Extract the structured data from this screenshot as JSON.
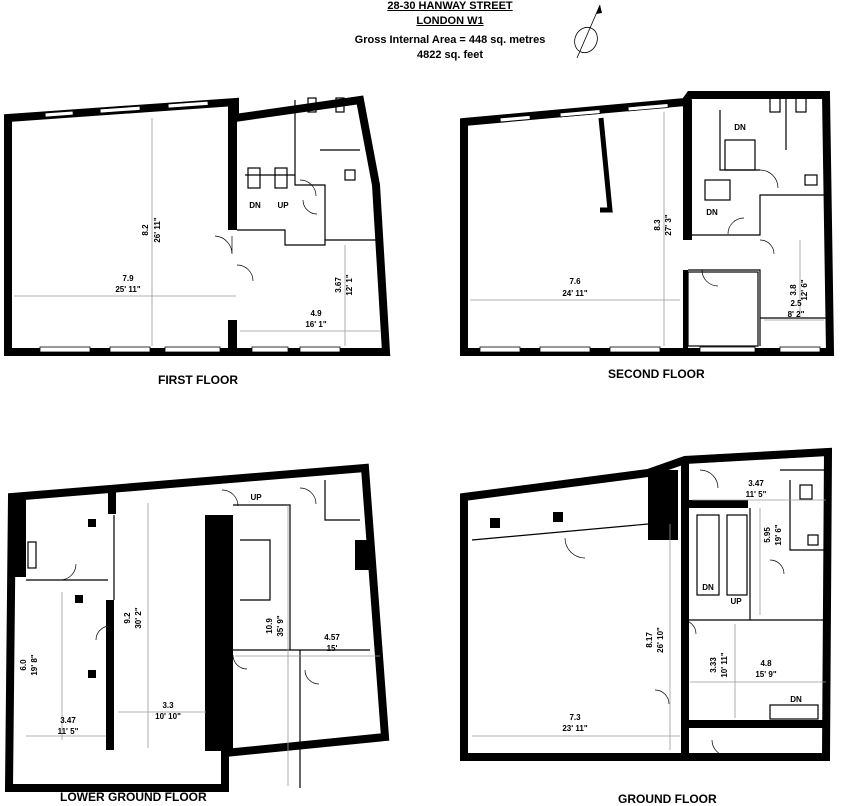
{
  "header": {
    "address_line1": "28-30 HANWAY STREET",
    "address_line2": "LONDON W1",
    "area_line": "Gross Internal Area = 448 sq. metres",
    "area_feet": "4822 sq. feet"
  },
  "floors": {
    "first": {
      "label": "FIRST FLOOR",
      "dims": {
        "d1_m": "8.2",
        "d1_ft": "26' 11\"",
        "d2_m": "7.9",
        "d2_ft": "25' 11\"",
        "d3_m": "3.67",
        "d3_ft": "12' 1\"",
        "d4_m": "4.9",
        "d4_ft": "16' 1\""
      },
      "stairs": {
        "down": "DN",
        "up": "UP"
      }
    },
    "second": {
      "label": "SECOND FLOOR",
      "dims": {
        "d1_m": "8.3",
        "d1_ft": "27' 3\"",
        "d2_m": "7.6",
        "d2_ft": "24' 11\"",
        "d3_m": "3.8",
        "d3_ft": "12' 6\"",
        "d4_m": "2.5",
        "d4_ft": "8' 2\""
      },
      "stairs": {
        "down_upper": "DN",
        "down_lower": "DN"
      }
    },
    "lower_ground": {
      "label": "LOWER GROUND FLOOR",
      "dims": {
        "d1_m": "6.0",
        "d1_ft": "19' 8\"",
        "d2_m": "3.47",
        "d2_ft": "11' 5\"",
        "d3_m": "9.2",
        "d3_ft": "30' 2\"",
        "d4_m": "3.3",
        "d4_ft": "10' 10\"",
        "d5_m": "10.9",
        "d5_ft": "35' 9\"",
        "d6_m": "4.57",
        "d6_ft": "15'"
      },
      "stairs": {
        "up": "UP"
      }
    },
    "ground": {
      "label": "GROUND FLOOR",
      "dims": {
        "d1_m": "3.47",
        "d1_ft": "11' 5\"",
        "d2_m": "5.95",
        "d2_ft": "19' 6\"",
        "d3_m": "8.17",
        "d3_ft": "26' 10\"",
        "d4_m": "3.33",
        "d4_ft": "10' 11\"",
        "d5_m": "4.8",
        "d5_ft": "15' 9\"",
        "d6_m": "7.3",
        "d6_ft": "23' 11\""
      },
      "stairs": {
        "down": "DN",
        "up": "UP",
        "down_entrance": "DN"
      }
    }
  },
  "icons": {
    "compass": "compass-icon"
  }
}
